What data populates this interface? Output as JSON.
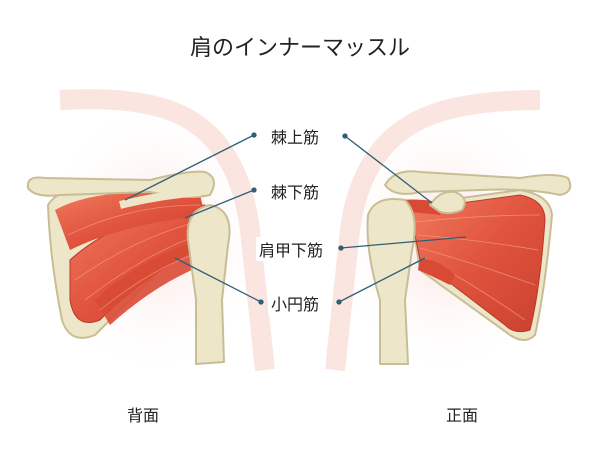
{
  "title": "肩のインナーマッスル",
  "labels": {
    "supraspinatus": "棘上筋",
    "infraspinatus": "棘下筋",
    "subscapularis": "肩甲下筋",
    "teres_minor": "小円筋"
  },
  "views": {
    "back": "背面",
    "front": "正面"
  },
  "colors": {
    "bone": "#ede6c8",
    "bone_outline": "#c8bd95",
    "muscle": "#e0533d",
    "leader_line": "#2f5f77",
    "skin": "#fbe3df"
  }
}
